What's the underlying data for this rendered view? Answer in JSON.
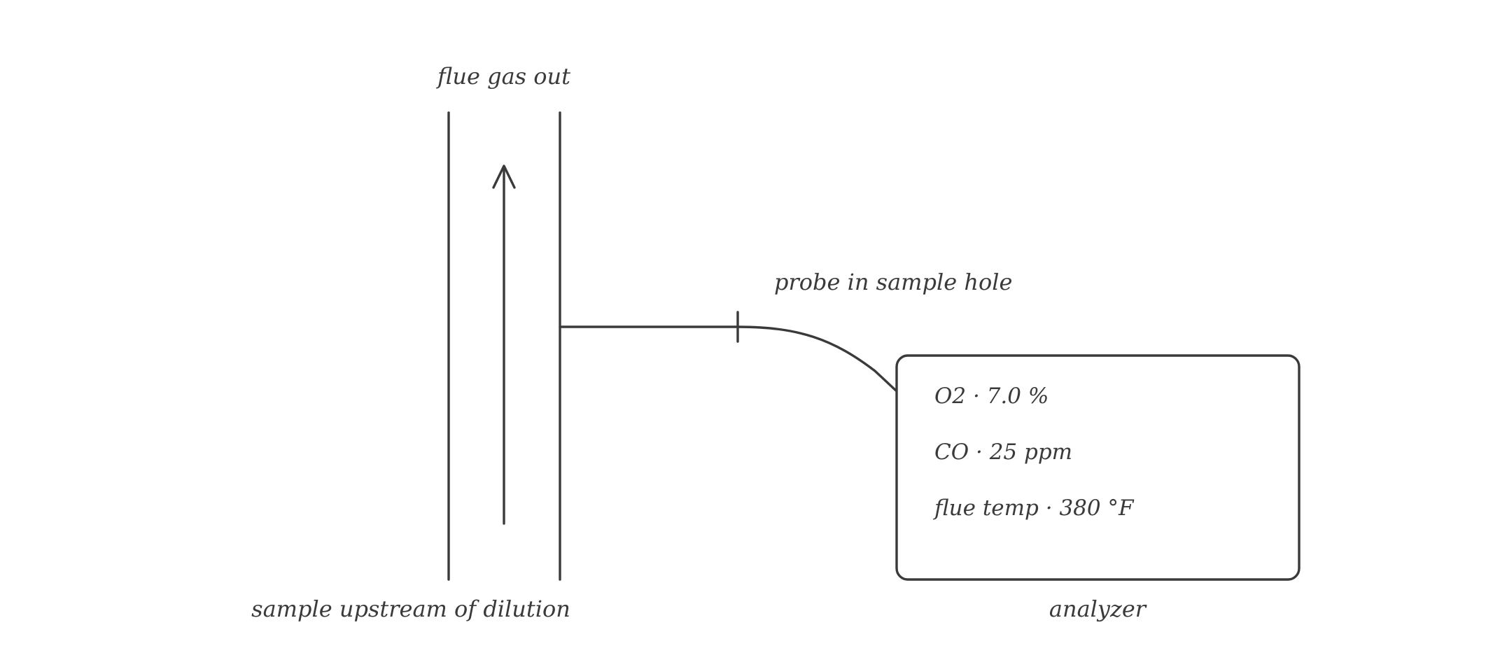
{
  "diagram": {
    "labels": {
      "flue_gas_out": "flue gas out",
      "probe": "probe in sample hole",
      "sample_upstream": "sample upstream of dilution",
      "analyzer": "analyzer"
    },
    "analyzer": {
      "readings": [
        "O2 · 7.0 %",
        "CO · 25 ppm",
        "flue temp · 380 °F"
      ]
    },
    "colors": {
      "ink": "#3a3a3c",
      "background": "#ffffff"
    }
  }
}
